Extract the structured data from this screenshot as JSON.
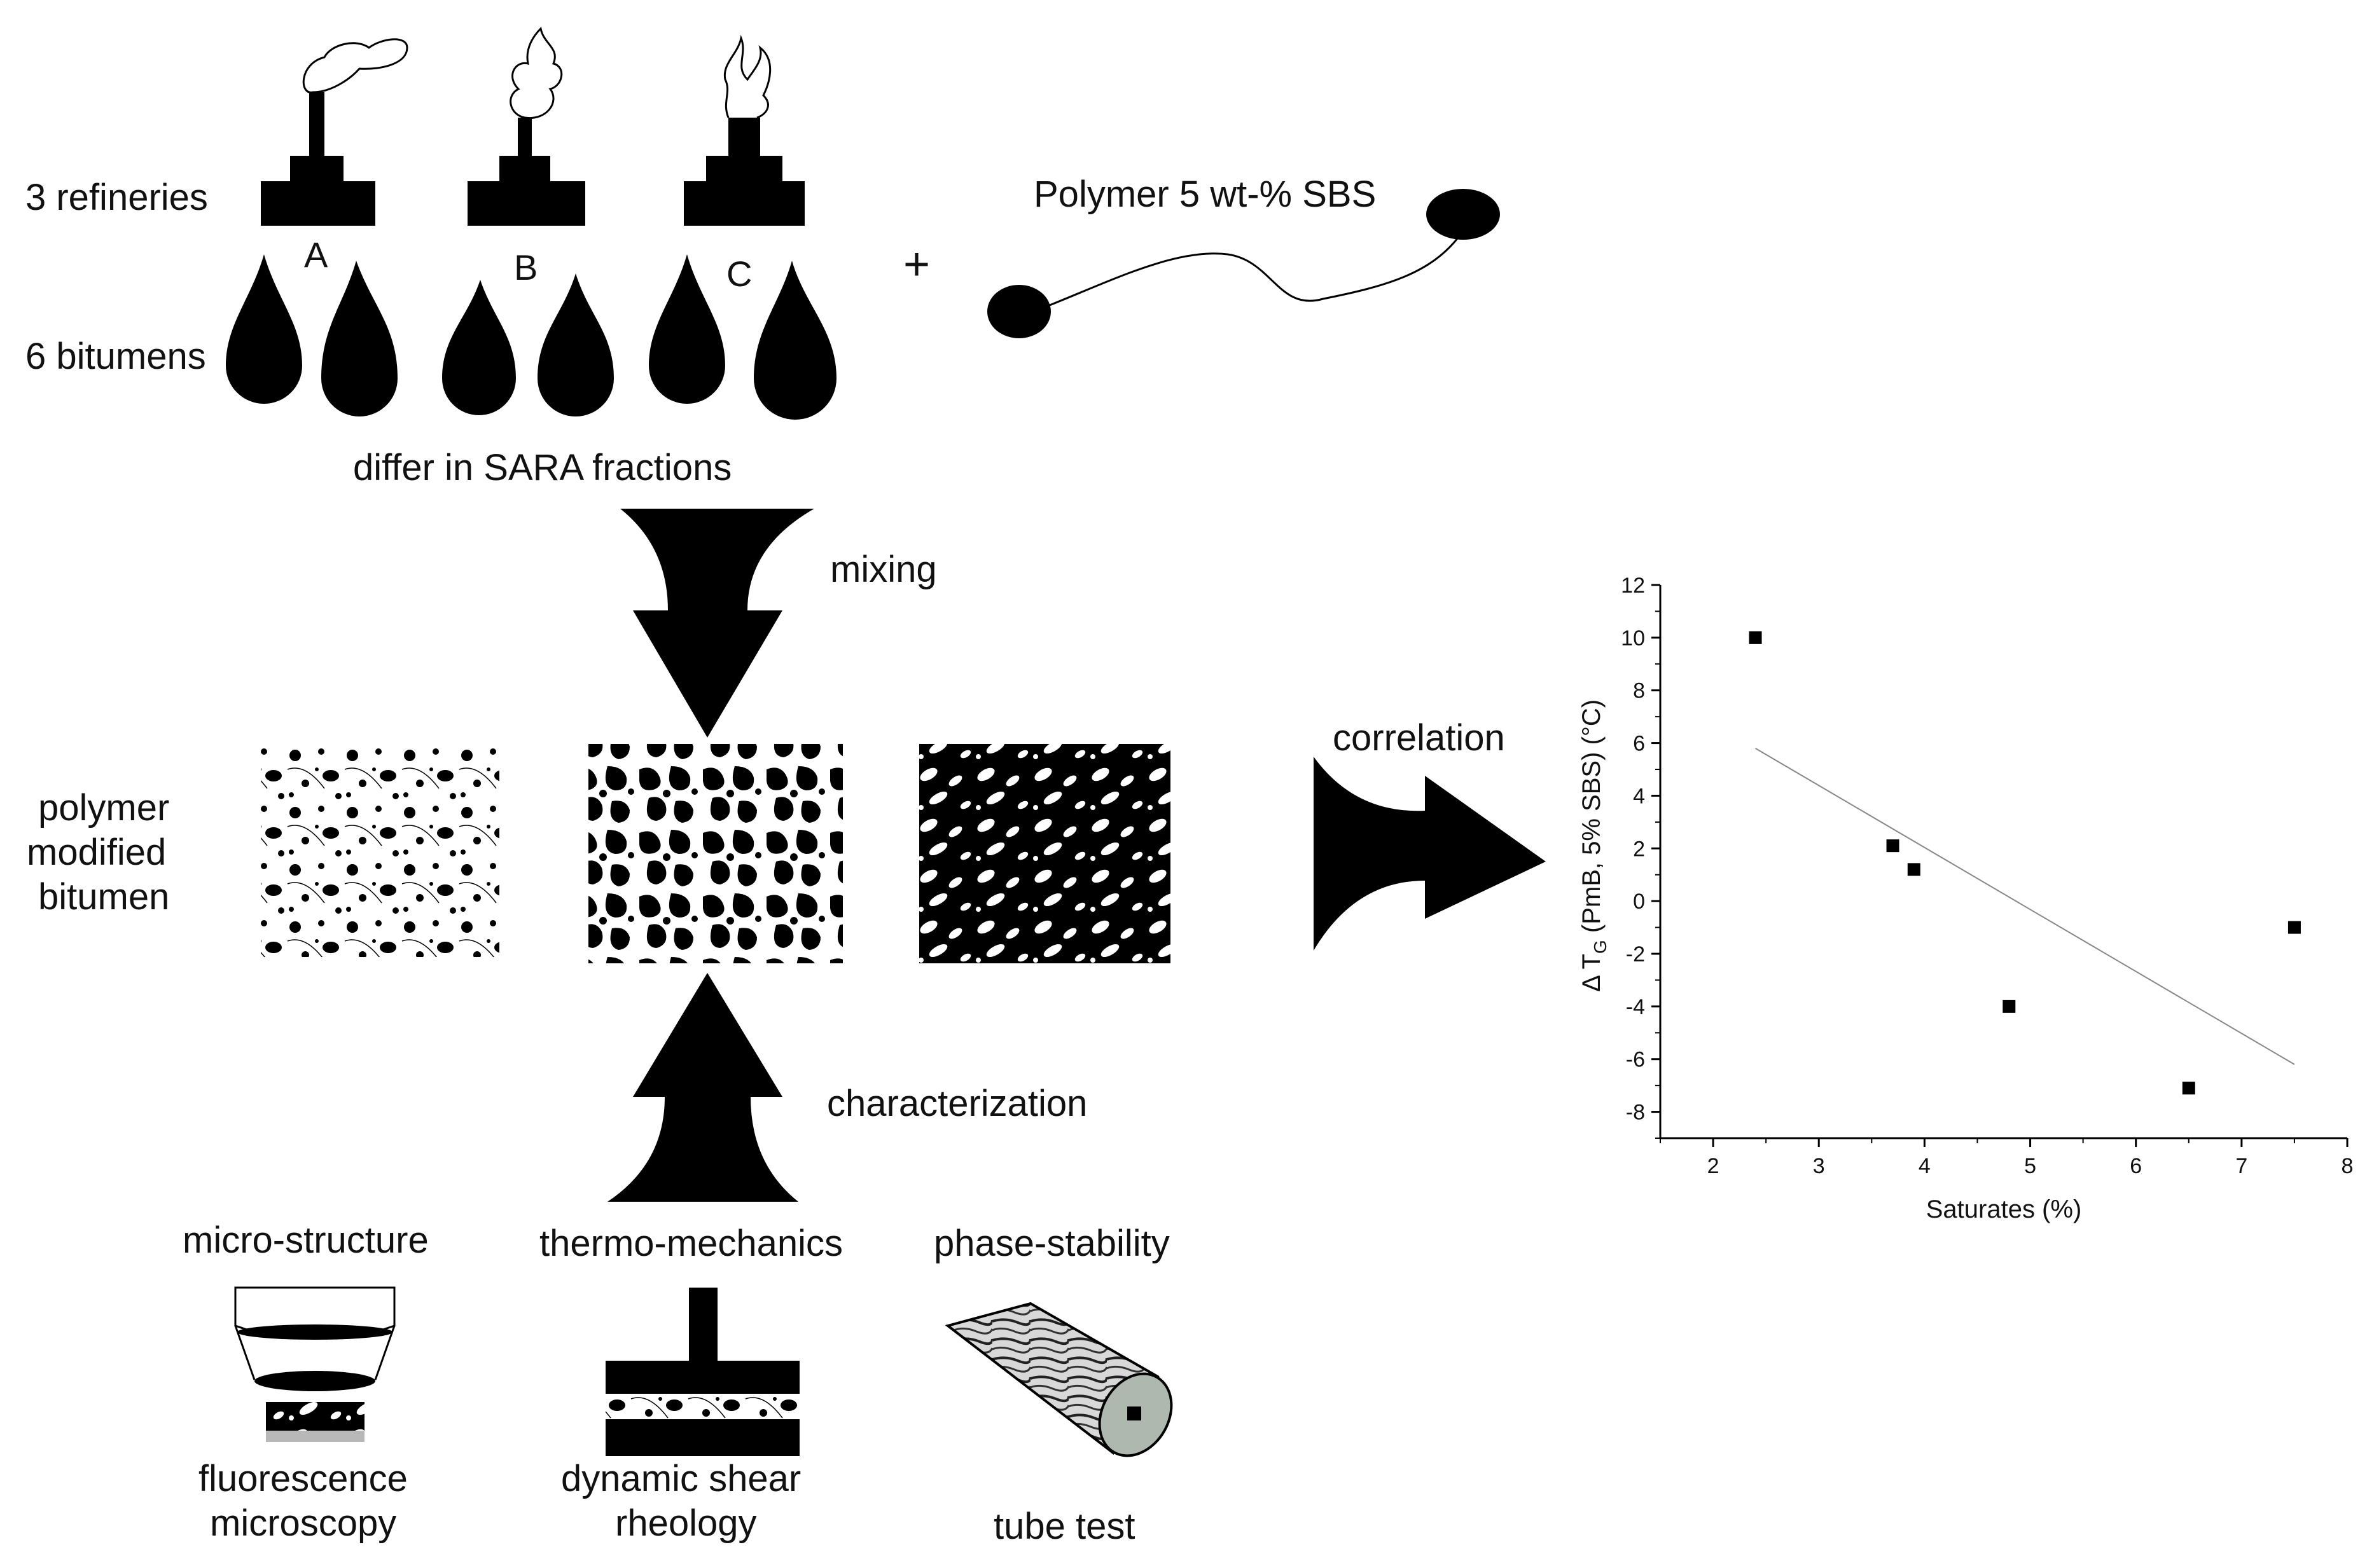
{
  "labels": {
    "refineries": "3 refineries",
    "bitumens": "6 bitumens",
    "refinery_a": "A",
    "refinery_b": "B",
    "refinery_c": "C",
    "plus": "+",
    "polymer": "Polymer 5 wt-% SBS",
    "sara": "differ in SARA fractions",
    "mixing": "mixing",
    "pmb_line1": "polymer",
    "pmb_line2": "modified",
    "pmb_line3": "bitumen",
    "correlation": "correlation",
    "characterization": "characterization",
    "microstructure": "micro-structure",
    "thermomechanics": "thermo-mechanics",
    "phasestability": "phase-stability",
    "fluorescence_1": "fluorescence",
    "fluorescence_2": "microscopy",
    "dsr_1": "dynamic shear",
    "dsr_2": "rheology",
    "tube": "tube test"
  },
  "chart_data": {
    "type": "scatter",
    "xlabel": "Saturates (%)",
    "ylabel_prefix": "Δ T",
    "ylabel_sub": "G",
    "ylabel_suffix": " (PmB, 5% SBS) (°C)",
    "xlim": [
      1.5,
      8
    ],
    "ylim": [
      -9,
      12
    ],
    "xticks": [
      2,
      3,
      4,
      5,
      6,
      7,
      8
    ],
    "yticks": [
      -8,
      -6,
      -4,
      -2,
      0,
      2,
      4,
      6,
      8,
      10,
      12
    ],
    "points": [
      {
        "x": 2.4,
        "y": 10.0
      },
      {
        "x": 3.7,
        "y": 2.1
      },
      {
        "x": 3.9,
        "y": 1.2
      },
      {
        "x": 4.8,
        "y": -4.0
      },
      {
        "x": 6.5,
        "y": -7.1
      },
      {
        "x": 7.5,
        "y": -1.0
      }
    ],
    "fit_line": [
      {
        "x": 2.4,
        "y": 5.8
      },
      {
        "x": 7.5,
        "y": -6.2
      }
    ]
  }
}
